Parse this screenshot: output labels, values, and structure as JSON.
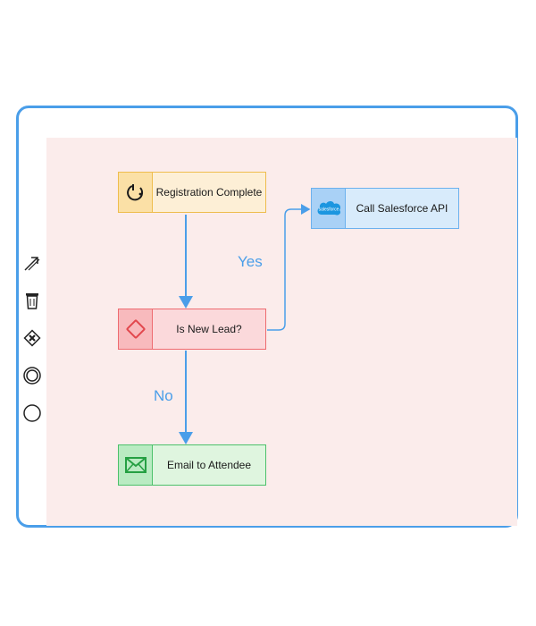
{
  "toolbar": {
    "tools": [
      {
        "name": "connect-tool",
        "icon": "connect-arrow-icon"
      },
      {
        "name": "delete-tool",
        "icon": "trash-icon"
      },
      {
        "name": "gateway-tool",
        "icon": "exclusive-gateway-icon"
      },
      {
        "name": "intermediate-event-tool",
        "icon": "double-circle-icon"
      },
      {
        "name": "event-tool",
        "icon": "circle-icon"
      }
    ]
  },
  "nodes": {
    "trigger": {
      "label": "Registration Complete",
      "icon": "power-icon"
    },
    "salesforce": {
      "label": "Call Salesforce API",
      "icon": "salesforce-icon",
      "logo_text": "salesforce"
    },
    "decision": {
      "label": "Is New Lead?",
      "icon": "diamond-icon"
    },
    "email": {
      "label": "Email to Attendee",
      "icon": "envelope-icon"
    }
  },
  "edges": {
    "yes_label": "Yes",
    "no_label": "No"
  },
  "colors": {
    "accent": "#4a9ee9",
    "canvas": "#fbeceb",
    "trigger": "#eebd4d",
    "salesforce": "#6cb1ee",
    "decision": "#ee6b70",
    "email": "#4cc16b"
  }
}
